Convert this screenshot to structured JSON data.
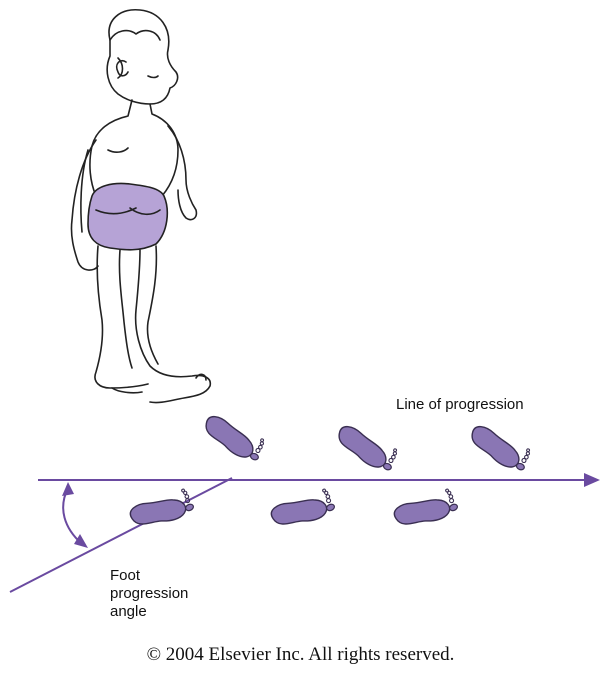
{
  "labels": {
    "line_of_progression": "Line of progression",
    "foot_progression_angle": [
      "Foot",
      "progression",
      "angle"
    ]
  },
  "copyright": "© 2004 Elsevier Inc. All rights reserved.",
  "colors": {
    "accent": "#6a4aa0",
    "footprint": "#8a76b4",
    "footprint_stroke": "#3a2f52",
    "diaper": "#b6a3d6",
    "outline": "#222222"
  },
  "icons": [
    "child-walking-illustration",
    "footprint-icon",
    "arrowhead-icon",
    "curved-double-arrow-icon"
  ]
}
